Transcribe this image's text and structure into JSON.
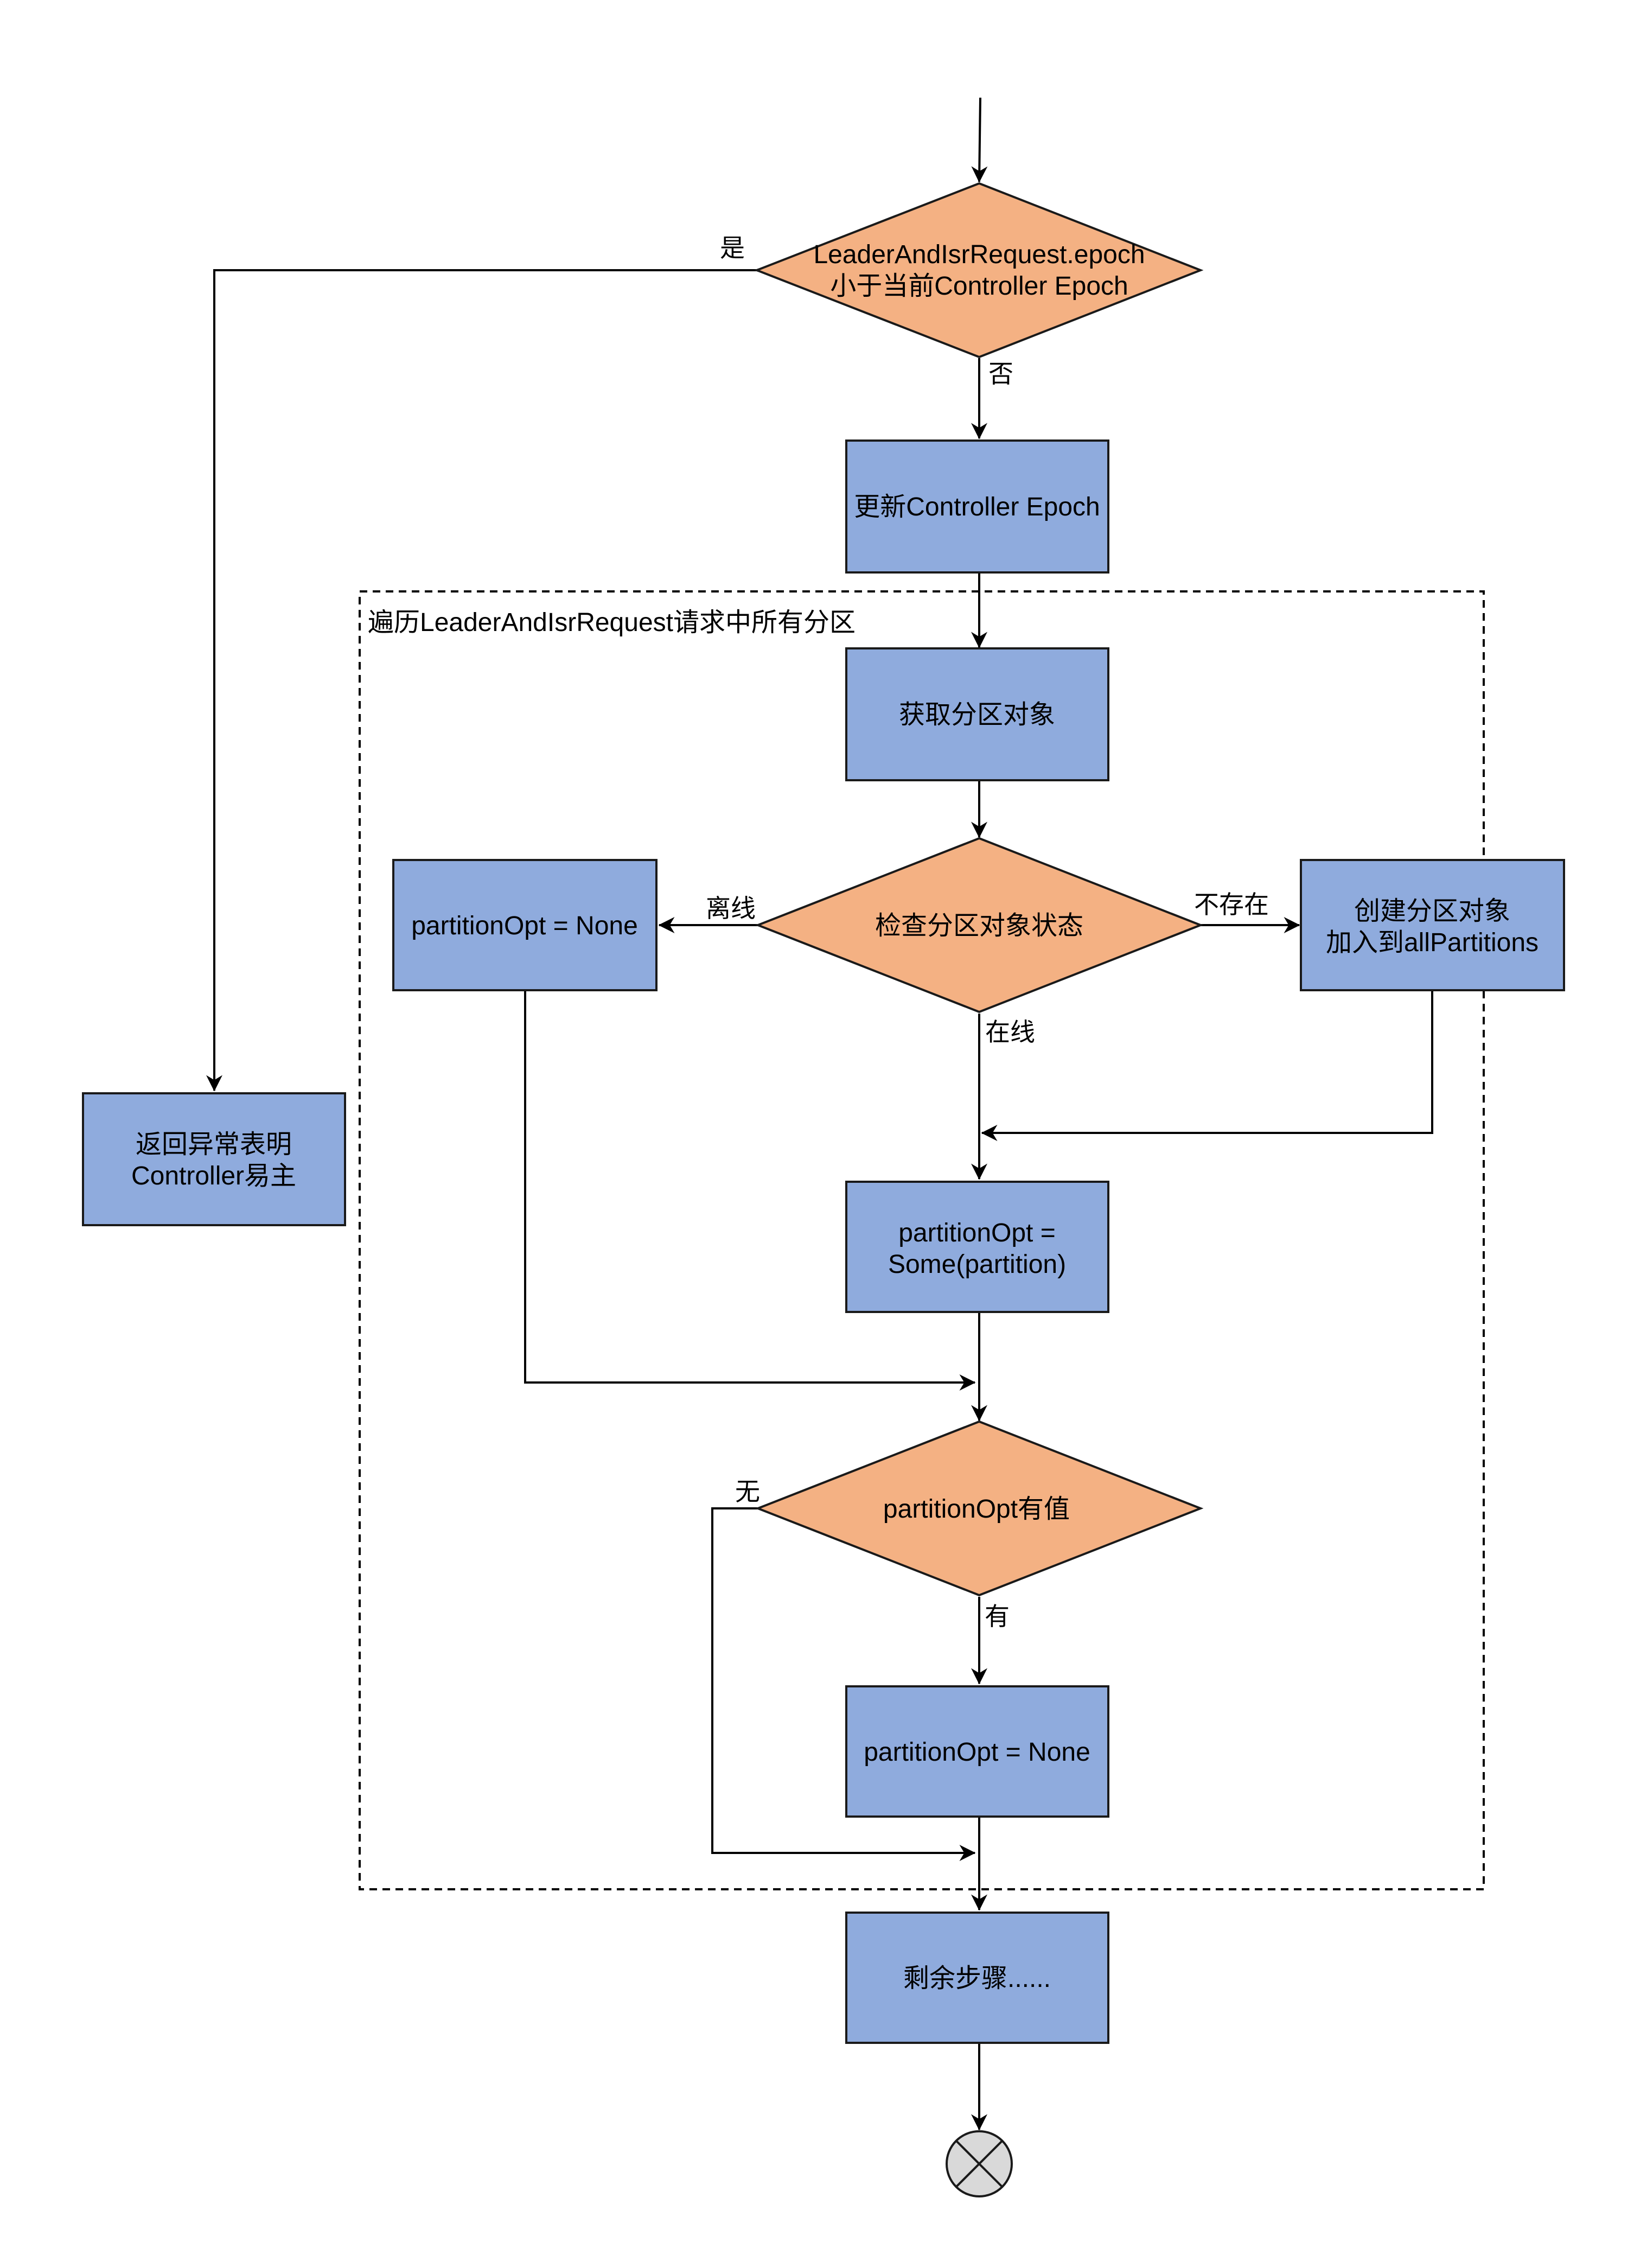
{
  "colors": {
    "process_fill": "#8fabdd",
    "decision_fill": "#f4b183",
    "stroke": "#1a1a1a",
    "end_fill": "#d9d9d9"
  },
  "loop": {
    "label": "遍历LeaderAndIsrRequest请求中所有分区"
  },
  "nodes": {
    "check_epoch": {
      "line1": "LeaderAndIsrRequest.epoch",
      "line2": "小于当前Controller Epoch"
    },
    "update_epoch": {
      "label": "更新Controller Epoch"
    },
    "return_error": {
      "line1": "返回异常表明",
      "line2": "Controller易主"
    },
    "get_partition": {
      "label": "获取分区对象"
    },
    "check_state": {
      "label": "检查分区对象状态"
    },
    "offline_none": {
      "label": "partitionOpt = None"
    },
    "create_partition": {
      "line1": "创建分区对象",
      "line2": "加入到allPartitions"
    },
    "some_partition": {
      "line1": "partitionOpt =",
      "line2": "Some(partition)"
    },
    "has_value": {
      "label": "partitionOpt有值"
    },
    "set_none": {
      "label": "partitionOpt = None"
    },
    "remaining": {
      "label": "剩余步骤......"
    },
    "end": {
      "icon": "end-x-icon"
    }
  },
  "edge_labels": {
    "yes": "是",
    "no": "否",
    "offline": "离线",
    "not_exist": "不存在",
    "online": "在线",
    "none": "无",
    "has": "有"
  }
}
